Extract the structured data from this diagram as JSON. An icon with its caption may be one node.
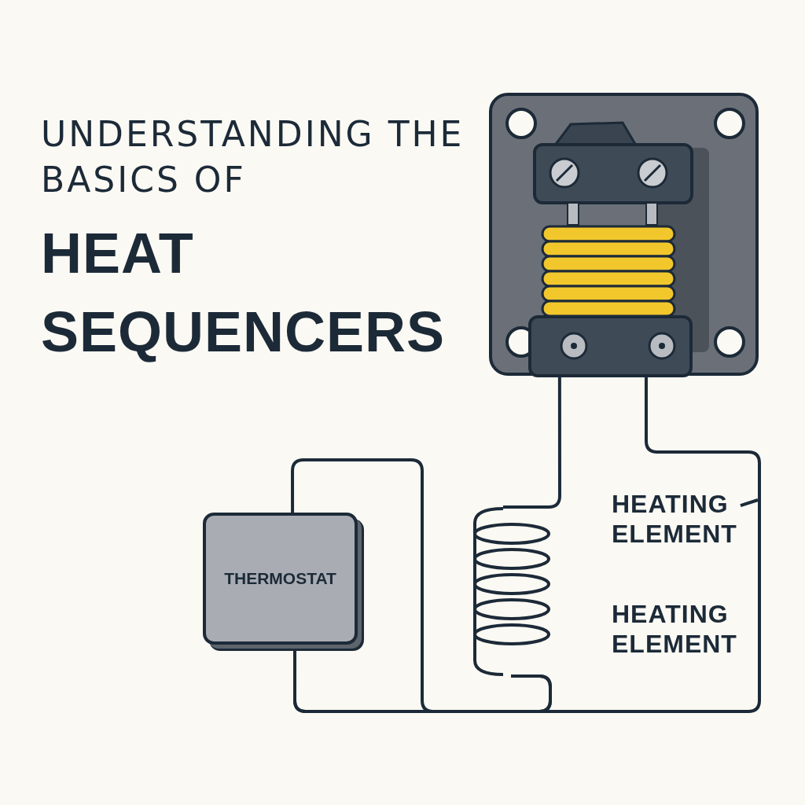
{
  "diagram": {
    "title": "UNDERSTANDING THE BASICS OF **HEAT SEQUENCERS**",
    "nodes": [
      {
        "text": [],
        "shape": "picture"
      },
      {
        "text": [
          "THERMOSTAT"
        ]
      },
      {
        "text": [],
        "shape": "picture"
      },
      {
        "text": [
          "HEATING ELEMENT"
        ]
      }
    ],
    "edges": [
      {
        "from": 0,
        "to": 2,
        "arrow": "none"
      },
      {
        "from": 2,
        "to": 1,
        "arrow": "none"
      },
      {
        "from": 0,
        "to": 1,
        "arrow": "none"
      },
      {
        "from": 1,
        "to": 2,
        "arrow": "none"
      },
      {
        "from": 3,
        "to": null,
        "arrow": "none"
      }
    ],
    "labels": [
      "HEATING ELEMENT"
    ]
  }
}
